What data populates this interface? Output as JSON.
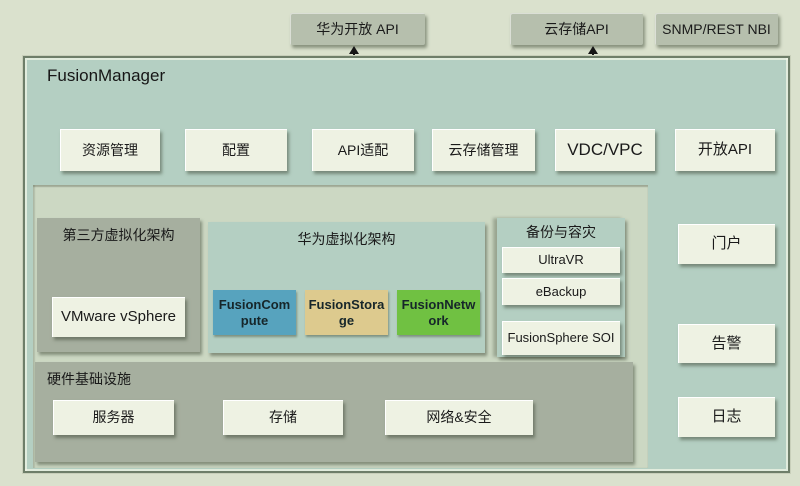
{
  "page": {
    "background": "#dae1cd",
    "container_color": "#b4cfc2",
    "inset_panel_color": "#ccd8c3",
    "gray_panel_color": "#a6af9f",
    "box_color": "#eef2e3"
  },
  "nbi_boxes": [
    {
      "label": "华为开放 API"
    },
    {
      "label": "云存储API"
    },
    {
      "label": "SNMP/REST NBI"
    }
  ],
  "fusion_manager": {
    "title": "FusionManager",
    "modules": [
      "资源管理",
      "配置",
      "API适配",
      "云存储管理",
      "VDC/VPC",
      "开放API"
    ],
    "third_party": {
      "title": "第三方虚拟化架构",
      "item": "VMware vSphere"
    },
    "huawei_virt": {
      "title": "华为虚拟化架构",
      "products": [
        {
          "name": "FusionCompute",
          "color": "#57a3be"
        },
        {
          "name": "FusionStorage",
          "color": "#ddca8e"
        },
        {
          "name": "FusionNetwork",
          "color": "#70c142"
        }
      ]
    },
    "backup_dr": {
      "title": "备份与容灾",
      "items": [
        "UltraVR",
        "eBackup",
        "FusionSphere SOI"
      ]
    },
    "side_buttons": [
      "门户",
      "告警",
      "日志"
    ],
    "hardware": {
      "title": "硬件基础设施",
      "items": [
        "服务器",
        "存储",
        "网络&安全"
      ]
    }
  }
}
